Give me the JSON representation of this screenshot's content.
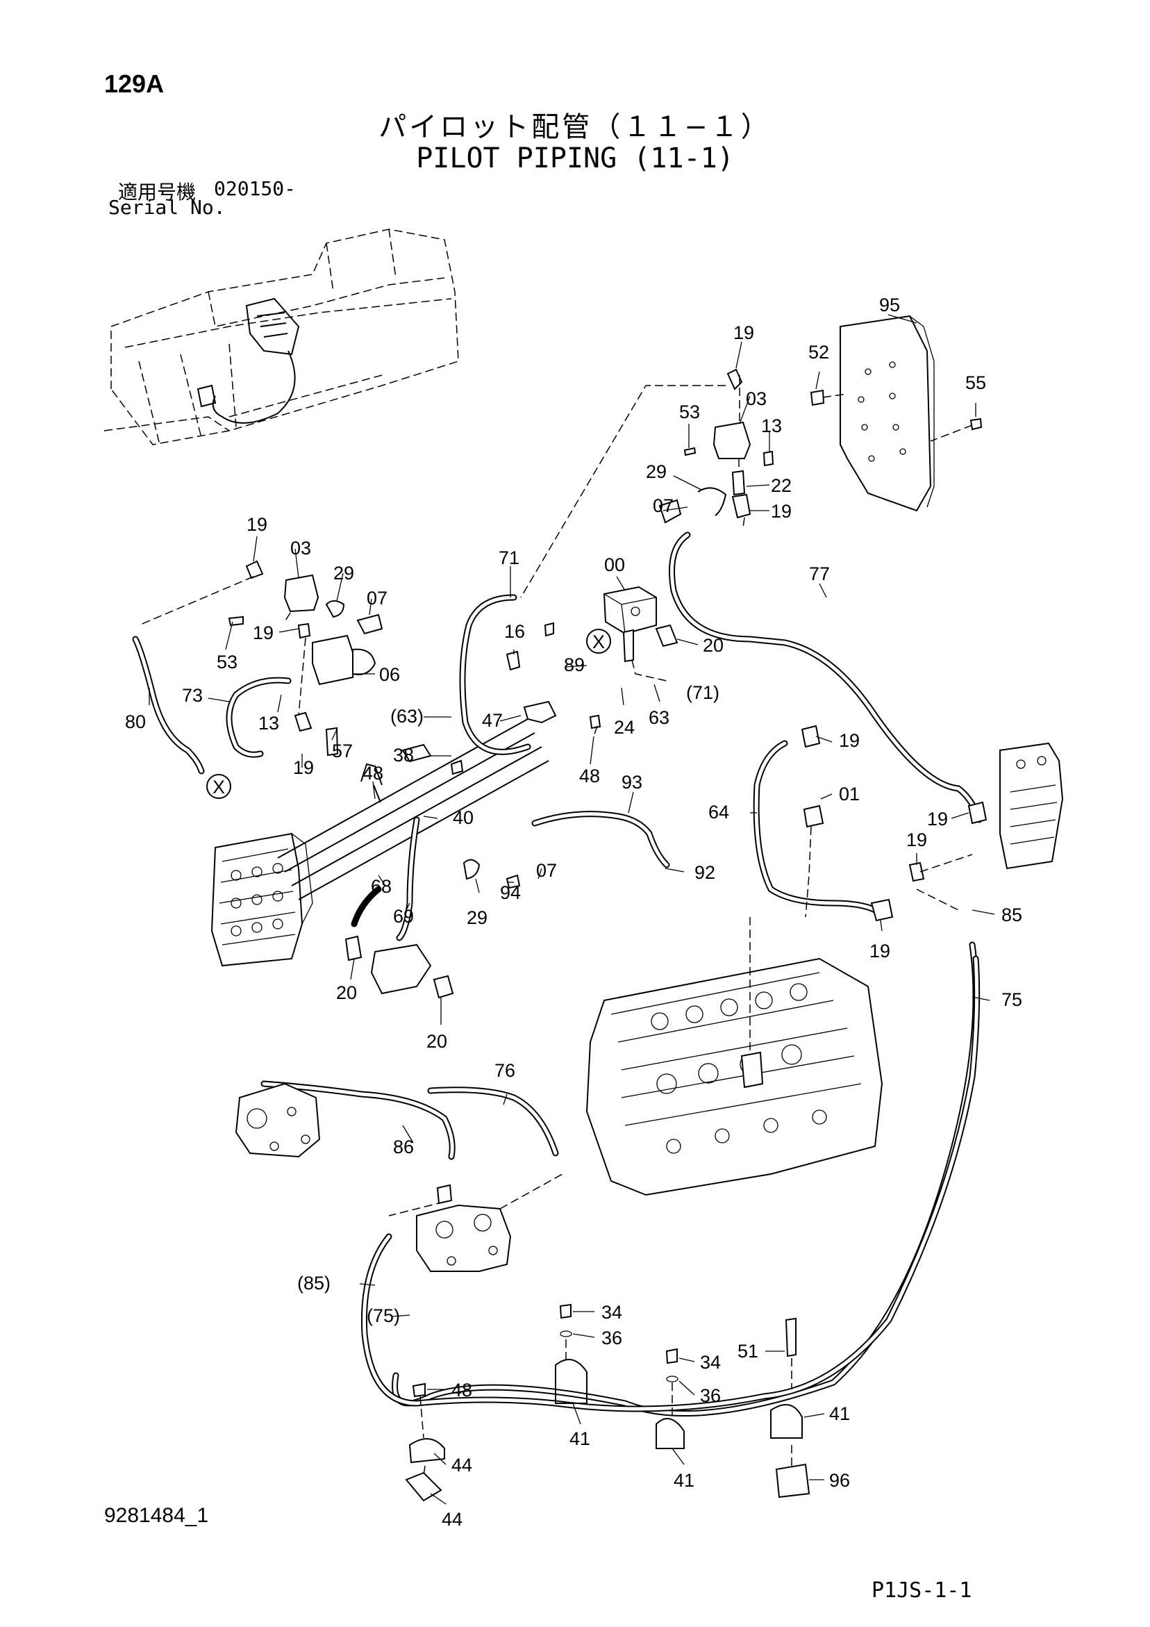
{
  "header": {
    "page_code": "129A",
    "title_jp": "パイロット配管（１１−１）",
    "title_en": "PILOT PIPING (11-1)",
    "serial_label_jp": "適用号機",
    "serial_value": "020150-",
    "serial_label_en": "Serial No."
  },
  "footer": {
    "drawing_number": "9281484_1",
    "sheet_code": "P1JS-1-1"
  },
  "callouts": {
    "c95": "95",
    "c19a": "19",
    "c52": "52",
    "c55": "55",
    "c03a": "03",
    "c53a": "53",
    "c13a": "13",
    "c29a": "29",
    "c22": "22",
    "c07a": "07",
    "c19b": "19",
    "c19c": "19",
    "c03b": "03",
    "c29b": "29",
    "c07b": "07",
    "c19d": "19",
    "c53b": "53",
    "c06": "06",
    "c73": "73",
    "c80": "80",
    "c13b": "13",
    "c57": "57",
    "c19e": "19",
    "cXa": "X",
    "c71": "71",
    "c00": "00",
    "c16": "16",
    "c20a": "20",
    "c89": "89",
    "c71p": "(71)",
    "c63p": "(63)",
    "c47": "47",
    "c24": "24",
    "c63": "63",
    "c48a": "48",
    "c77": "77",
    "cXb": "X",
    "c38": "38",
    "c48b": "48",
    "c40": "40",
    "c93": "93",
    "c07c": "07",
    "c94": "94",
    "c29c": "29",
    "c68": "68",
    "c69": "69",
    "c92": "92",
    "c20b": "20",
    "c20c": "20",
    "c19f": "19",
    "c01": "01",
    "c64": "64",
    "c19g": "19",
    "c19h": "19",
    "c19i": "19",
    "c85": "85",
    "c75": "75",
    "c76": "76",
    "c86": "86",
    "c85p": "(85)",
    "c75p": "(75)",
    "c34a": "34",
    "c36a": "36",
    "c34b": "34",
    "c36b": "36",
    "c51": "51",
    "c48c": "48",
    "c41a": "41",
    "c41b": "41",
    "c41c": "41",
    "c44a": "44",
    "c44b": "44",
    "c96": "96"
  }
}
